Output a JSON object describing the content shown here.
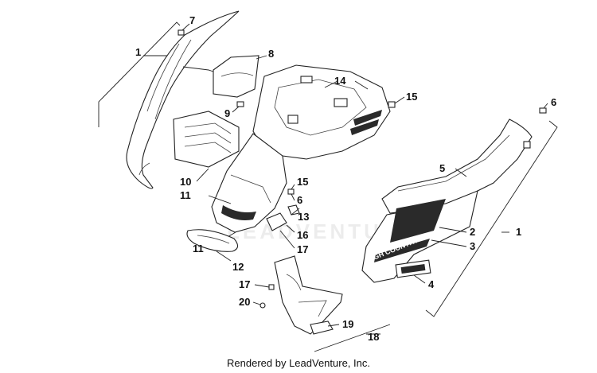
{
  "callouts": {
    "c1_left": "1",
    "c1_right": "1",
    "c2": "2",
    "c3": "3",
    "c4": "4",
    "c5": "5",
    "c6_top": "6",
    "c6_mid": "6",
    "c7": "7",
    "c8": "8",
    "c9": "9",
    "c10": "10",
    "c11_top": "11",
    "c11_bottom": "11",
    "c12": "12",
    "c13": "13",
    "c14": "14",
    "c15_top": "15",
    "c15_mid": "15",
    "c16": "16",
    "c17_top": "17",
    "c17_bottom": "17",
    "c18": "18",
    "c19": "19",
    "c20": "20"
  },
  "decal_text": "HIGH COUNTRY",
  "watermark_text": "LEADVENTURE",
  "footer_text": "Rendered by LeadVenture, Inc."
}
